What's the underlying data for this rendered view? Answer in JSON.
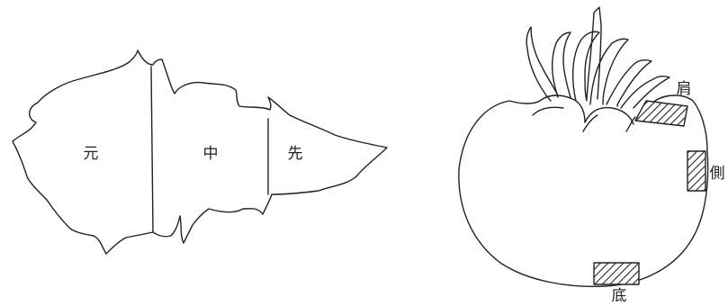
{
  "leaf_diagram": {
    "regions": [
      {
        "key": "base",
        "label": "元"
      },
      {
        "key": "middle",
        "label": "中"
      },
      {
        "key": "tip",
        "label": "先"
      }
    ]
  },
  "fruit_diagram": {
    "sample_sites": [
      {
        "key": "shoulder",
        "label": "肩"
      },
      {
        "key": "side",
        "label": "側"
      },
      {
        "key": "bottom",
        "label": "底"
      }
    ]
  },
  "colors": {
    "line": "#222222",
    "background": "#ffffff"
  }
}
